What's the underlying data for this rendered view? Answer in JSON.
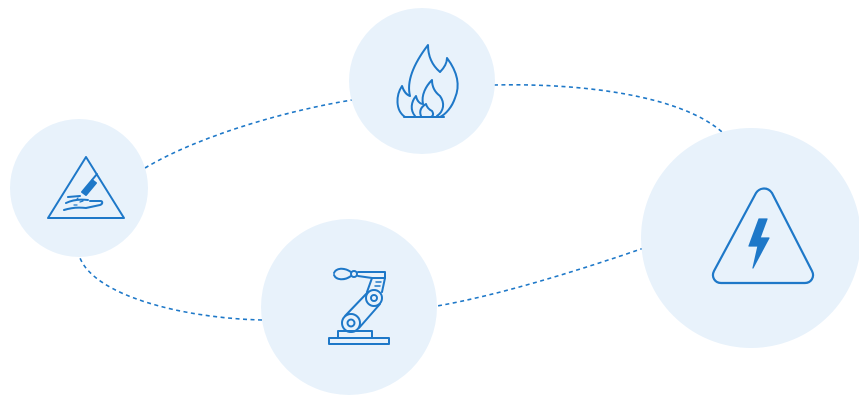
{
  "colors": {
    "background": "#ffffff",
    "circle_fill": "#e8f2fb",
    "icon_stroke": "#1e78c8",
    "connector": "#1e78c8"
  },
  "nodes": [
    {
      "id": "hand-hazard",
      "icon": "hand-injury-warning-icon"
    },
    {
      "id": "fire",
      "icon": "fire-icon"
    },
    {
      "id": "electrical",
      "icon": "electrical-hazard-warning-icon"
    },
    {
      "id": "robot-arm",
      "icon": "industrial-robot-arm-icon"
    }
  ],
  "connectors": [
    {
      "from": "hand-hazard",
      "to": "fire",
      "style": "dashed"
    },
    {
      "from": "fire",
      "to": "electrical",
      "style": "dashed"
    },
    {
      "from": "electrical",
      "to": "robot-arm",
      "style": "dashed"
    },
    {
      "from": "robot-arm",
      "to": "hand-hazard",
      "style": "dashed"
    }
  ]
}
